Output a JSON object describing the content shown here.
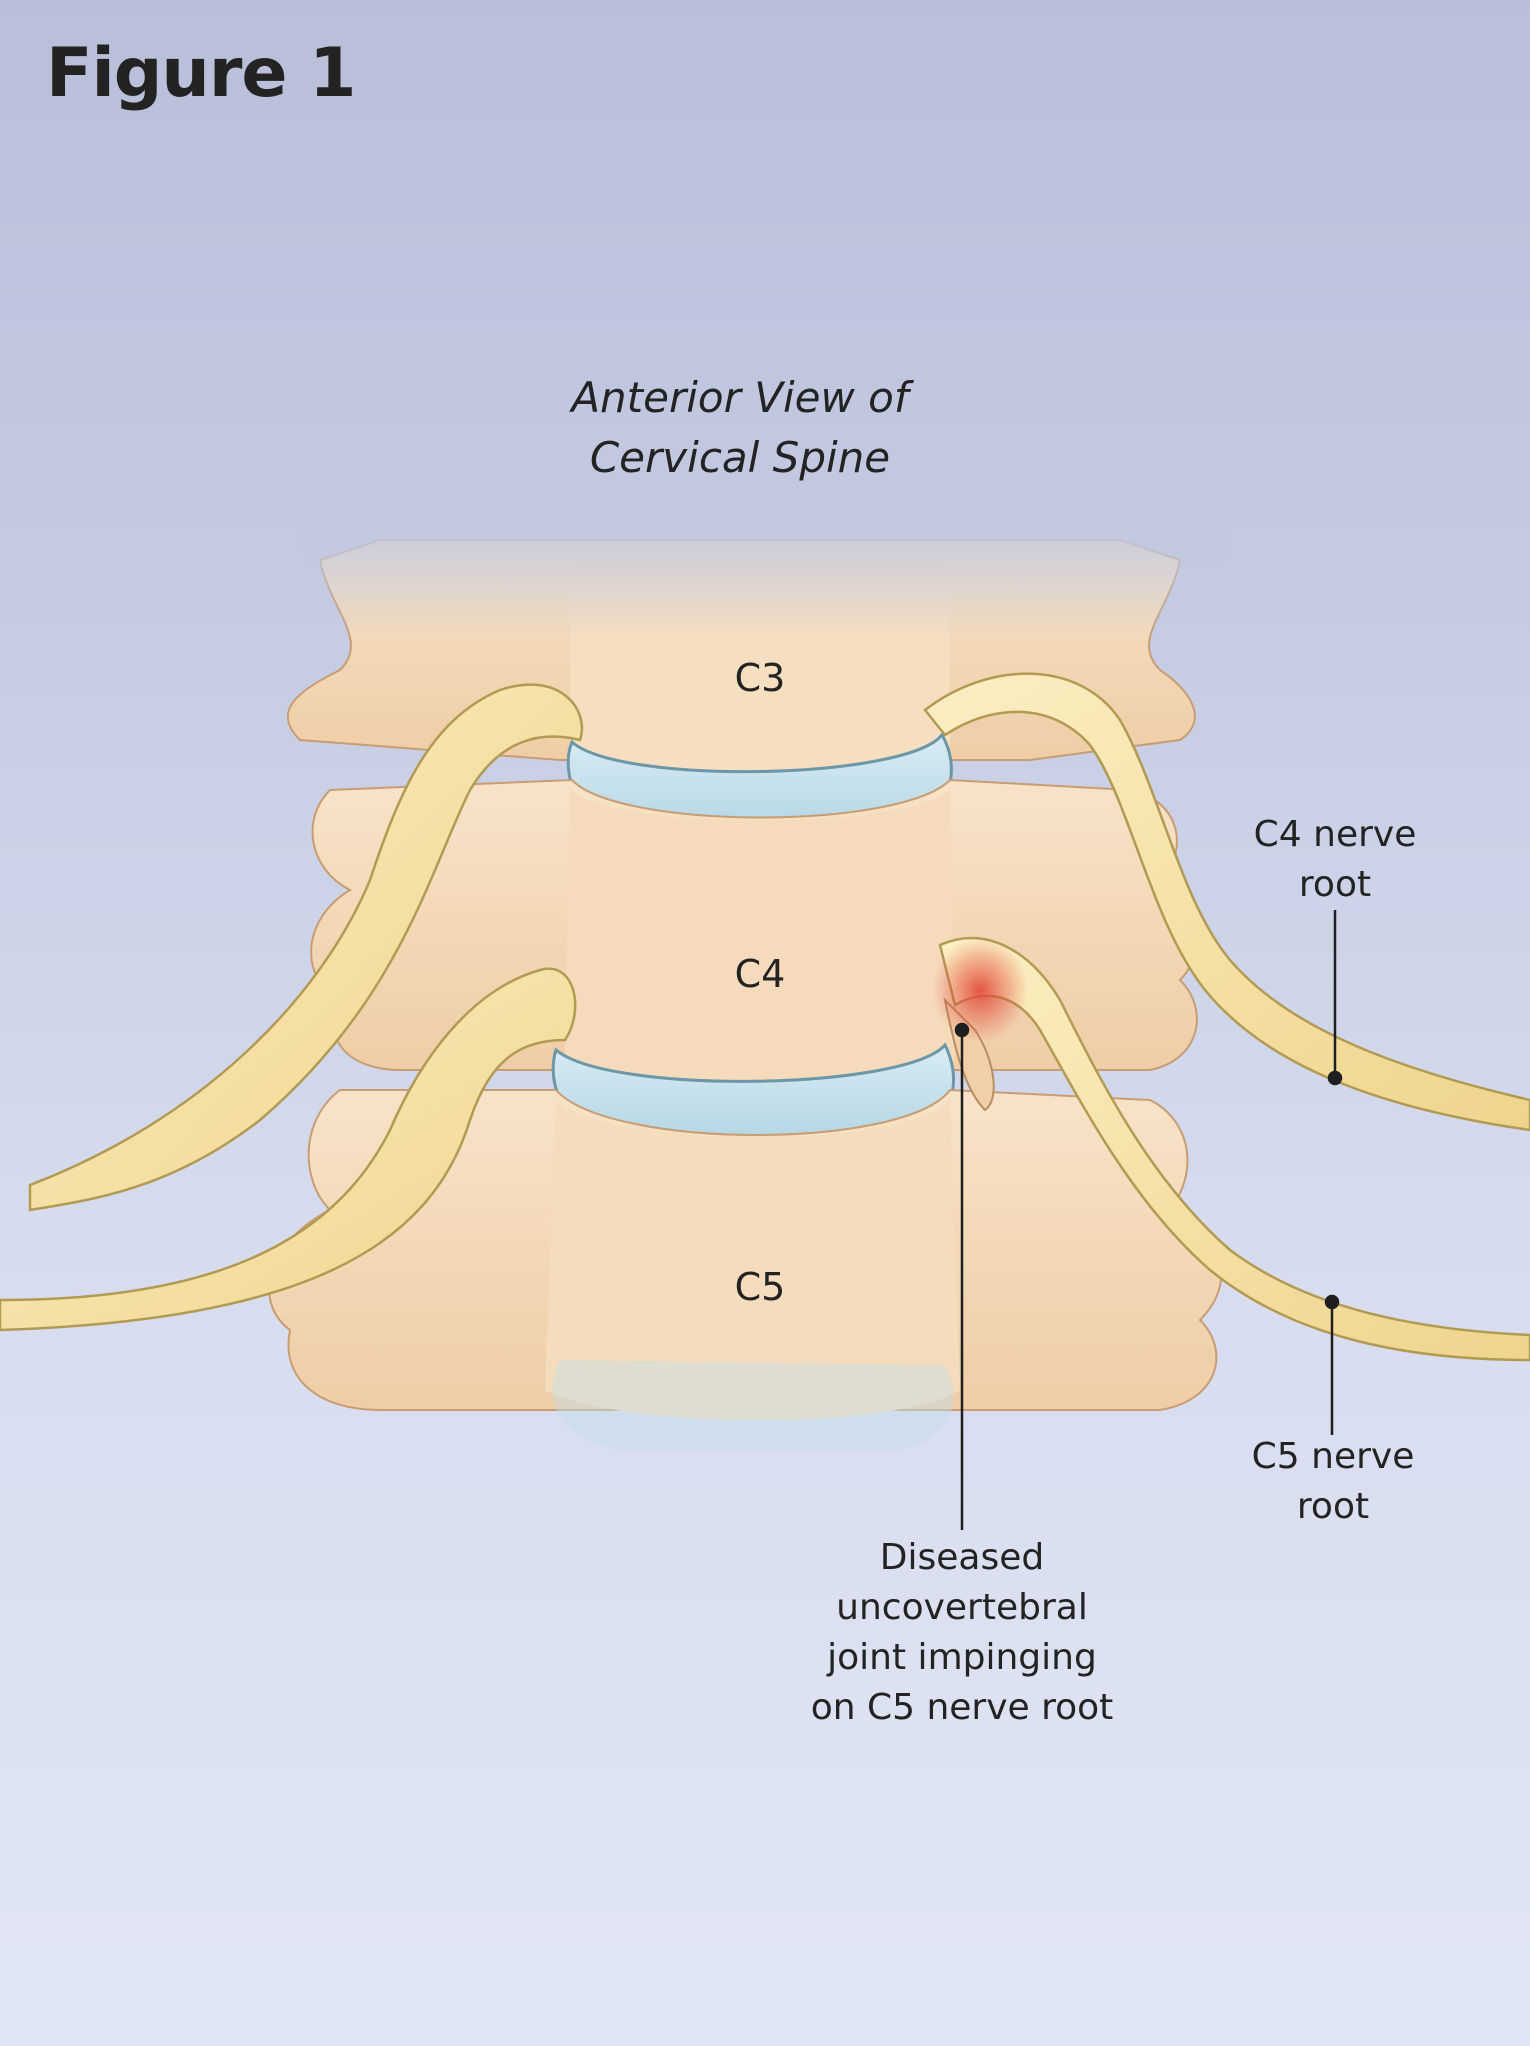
{
  "figure_label": "Figure 1",
  "view_title": [
    "Anterior View of",
    "Cervical Spine"
  ],
  "vertebrae": {
    "c3": "C3",
    "c4": "C4",
    "c5": "C5"
  },
  "callouts": {
    "c4_nerve_root": [
      "C4 nerve",
      "root"
    ],
    "c5_nerve_root": [
      "C5 nerve",
      "root"
    ],
    "diseased_joint": [
      "Diseased",
      "uncovertebral",
      "joint impinging",
      "on C5 nerve root"
    ]
  },
  "colors": {
    "bone": "#f3d7b6",
    "bone_shade": "#d9b48c",
    "disc": "#c7e2ee",
    "disc_edge": "#6b97a8",
    "nerve": "#f4dfa2",
    "nerve_edge": "#b39a52",
    "inflammation": "#d9584a"
  }
}
